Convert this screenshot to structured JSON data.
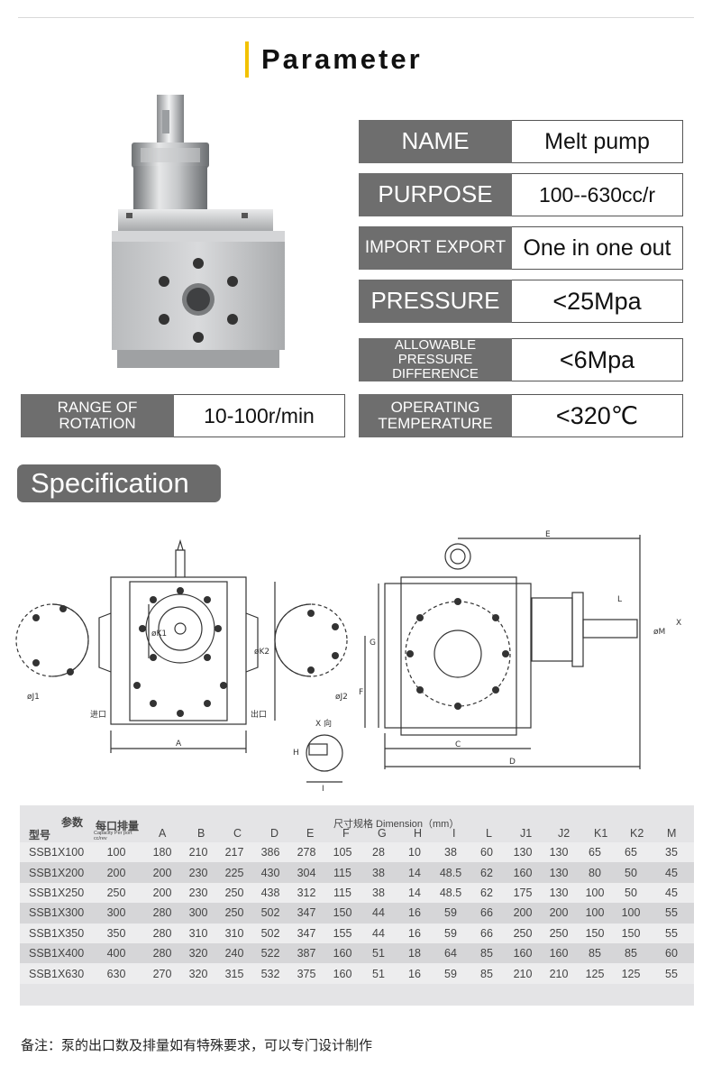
{
  "header": {
    "title": "Parameter"
  },
  "parameters": [
    {
      "key": "name",
      "label": "NAME",
      "value": "Melt pump"
    },
    {
      "key": "purpose",
      "label": "PURPOSE",
      "value": "100--630cc/r"
    },
    {
      "key": "import-export",
      "label": "IMPORT EXPORT",
      "value": "One in one out"
    },
    {
      "key": "pressure",
      "label": "PRESSURE",
      "value": "<25Mpa"
    },
    {
      "key": "pressure-difference",
      "label": "ALLOWABLE PRESSURE DIFFERENCE",
      "value": "<6Mpa"
    },
    {
      "key": "operating-temperature",
      "label": "OPERATING TEMPERATURE",
      "value": "<320℃"
    },
    {
      "key": "range-of-rotation",
      "label": "RANGE OF ROTATION",
      "value": "10-100r/min"
    }
  ],
  "specification": {
    "title": "Specification",
    "drawing_labels": {
      "left_view": [
        "A",
        "øJ1",
        "øK1",
        "øK2",
        "øJ2",
        "进口",
        "出口"
      ],
      "side_view": [
        "E",
        "L",
        "X",
        "øM",
        "G",
        "F",
        "C",
        "D"
      ],
      "detail": [
        "X 向",
        "H",
        "I"
      ]
    },
    "table": {
      "header": {
        "param": "参数",
        "model": "型号",
        "capacity": "每口排量",
        "capacity_sub": "Capacity Per port cc/rev",
        "dimension": "尺寸规格 Dimension（mm）",
        "columns": [
          "A",
          "B",
          "C",
          "D",
          "E",
          "F",
          "G",
          "H",
          "I",
          "L",
          "J1",
          "J2",
          "K1",
          "K2",
          "M"
        ]
      },
      "rows": [
        [
          "SSB1X100",
          "100",
          "180",
          "210",
          "217",
          "386",
          "278",
          "105",
          "28",
          "10",
          "38",
          "60",
          "130",
          "130",
          "65",
          "65",
          "35"
        ],
        [
          "SSB1X200",
          "200",
          "200",
          "230",
          "225",
          "430",
          "304",
          "115",
          "38",
          "14",
          "48.5",
          "62",
          "160",
          "130",
          "80",
          "50",
          "45"
        ],
        [
          "SSB1X250",
          "250",
          "200",
          "230",
          "250",
          "438",
          "312",
          "115",
          "38",
          "14",
          "48.5",
          "62",
          "175",
          "130",
          "100",
          "50",
          "45"
        ],
        [
          "SSB1X300",
          "300",
          "280",
          "300",
          "250",
          "502",
          "347",
          "150",
          "44",
          "16",
          "59",
          "66",
          "200",
          "200",
          "100",
          "100",
          "55"
        ],
        [
          "SSB1X350",
          "350",
          "280",
          "310",
          "310",
          "502",
          "347",
          "155",
          "44",
          "16",
          "59",
          "66",
          "250",
          "250",
          "150",
          "150",
          "55"
        ],
        [
          "SSB1X400",
          "400",
          "280",
          "320",
          "240",
          "522",
          "387",
          "160",
          "51",
          "18",
          "64",
          "85",
          "160",
          "160",
          "85",
          "85",
          "60"
        ],
        [
          "SSB1X630",
          "630",
          "270",
          "320",
          "315",
          "532",
          "375",
          "160",
          "51",
          "16",
          "59",
          "85",
          "210",
          "210",
          "125",
          "125",
          "55"
        ]
      ]
    }
  },
  "note": "备注：泵的出口数及排量如有特殊要求，可以专门设计制作",
  "colors": {
    "accent": "#f2c200",
    "label_bg": "#6e6e6e",
    "table_bg": "#e4e4e6"
  },
  "icons": {
    "product": "melt-pump-photo",
    "drawing": "technical-drawing"
  }
}
